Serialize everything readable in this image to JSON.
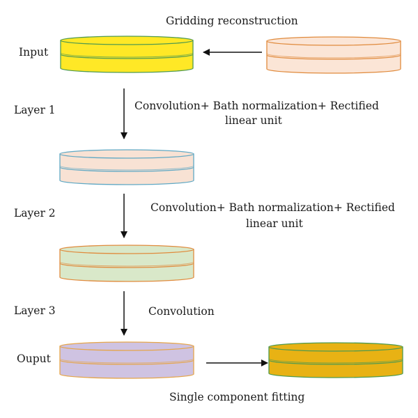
{
  "labels": {
    "gridding": "Gridding reconstruction",
    "input": "Input",
    "layer1": "Layer 1",
    "layer2": "Layer 2",
    "layer3": "Layer 3",
    "output": "Ouput",
    "step1_line1": "Convolution+ Bath normalization+ Rectified",
    "step1_line2": "linear unit",
    "step2_line1": "Convolution+ Bath normalization+ Rectified",
    "step2_line2": "linear unit",
    "step3": "Convolution",
    "fitting": "Single component fitting"
  },
  "colors": {
    "input_fill": "#ffe826",
    "input_stroke": "#4f9a4f",
    "recon_fill": "#fbe5d6",
    "recon_stroke": "#e08a3c",
    "layer1_fill": "#f8e2d4",
    "layer1_stroke": "#5fa8c4",
    "layer2_fill": "#d9e8c9",
    "layer2_stroke": "#e08a3c",
    "output_fill": "#cfc3e2",
    "output_stroke": "#e5a54a",
    "fit_fill": "#e8b214",
    "fit_stroke": "#4f9a4f",
    "arrow": "#111111",
    "text": "#1a1a1a"
  }
}
